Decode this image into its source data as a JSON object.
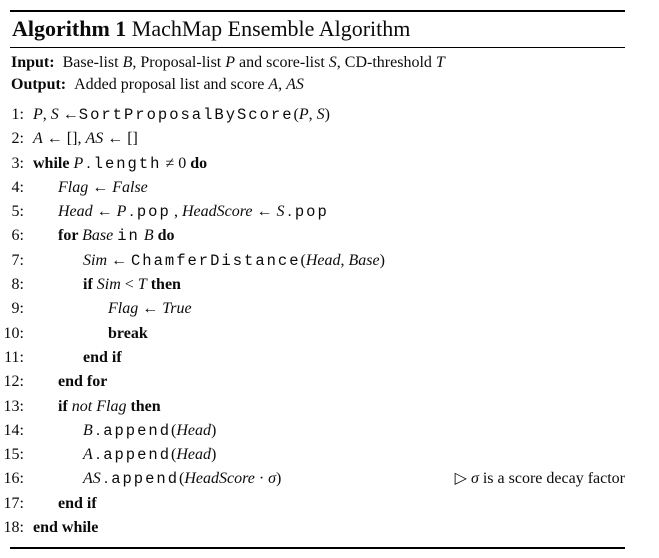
{
  "colors": {
    "background": "#ffffff",
    "text": "#0b0b0b",
    "rule": "#000000"
  },
  "header": {
    "label": "Algorithm 1",
    "title": " MachMap Ensemble Algorithm"
  },
  "io": [
    {
      "label": "Input:",
      "segments": [
        {
          "t": "txt",
          "s": "Base-list "
        },
        {
          "t": "var",
          "s": "B"
        },
        {
          "t": "txt",
          "s": ", Proposal-list "
        },
        {
          "t": "var",
          "s": "P"
        },
        {
          "t": "txt",
          "s": " and score-list "
        },
        {
          "t": "var",
          "s": "S"
        },
        {
          "t": "txt",
          "s": ", CD-threshold "
        },
        {
          "t": "var",
          "s": "T"
        }
      ]
    },
    {
      "label": "Output:",
      "segments": [
        {
          "t": "txt",
          "s": "Added proposal list and score "
        },
        {
          "t": "var",
          "s": "A"
        },
        {
          "t": "txt",
          "s": ", "
        },
        {
          "t": "var",
          "s": "AS"
        }
      ]
    }
  ],
  "lines": [
    {
      "num": "1:",
      "indent": 0,
      "segments": [
        {
          "t": "var",
          "s": "P"
        },
        {
          "t": "txt",
          "s": ", "
        },
        {
          "t": "var",
          "s": "S"
        },
        {
          "t": "txt",
          "s": " ←"
        },
        {
          "t": "tt",
          "s": "SortProposalByScore"
        },
        {
          "t": "txt",
          "s": "("
        },
        {
          "t": "var",
          "s": "P"
        },
        {
          "t": "txt",
          "s": ", "
        },
        {
          "t": "var",
          "s": "S"
        },
        {
          "t": "txt",
          "s": ")"
        }
      ]
    },
    {
      "num": "2:",
      "indent": 0,
      "segments": [
        {
          "t": "var",
          "s": "A"
        },
        {
          "t": "txt",
          "s": " ← [], "
        },
        {
          "t": "var",
          "s": "AS"
        },
        {
          "t": "txt",
          "s": " ← []"
        }
      ]
    },
    {
      "num": "3:",
      "indent": 0,
      "segments": [
        {
          "t": "kw",
          "s": "while "
        },
        {
          "t": "var",
          "s": "P"
        },
        {
          "t": "txt",
          "s": " . "
        },
        {
          "t": "tt",
          "s": "length"
        },
        {
          "t": "txt",
          "s": " ≠ 0 "
        },
        {
          "t": "kw",
          "s": "do"
        }
      ]
    },
    {
      "num": "4:",
      "indent": 1,
      "segments": [
        {
          "t": "var",
          "s": "Flag"
        },
        {
          "t": "txt",
          "s": " ← "
        },
        {
          "t": "var",
          "s": "False"
        }
      ]
    },
    {
      "num": "5:",
      "indent": 1,
      "segments": [
        {
          "t": "var",
          "s": "Head"
        },
        {
          "t": "txt",
          "s": " ← "
        },
        {
          "t": "var",
          "s": "P"
        },
        {
          "t": "txt",
          "s": " . "
        },
        {
          "t": "tt",
          "s": "pop"
        },
        {
          "t": "txt",
          "s": " , "
        },
        {
          "t": "var",
          "s": "HeadScore"
        },
        {
          "t": "txt",
          "s": " ← "
        },
        {
          "t": "var",
          "s": "S"
        },
        {
          "t": "txt",
          "s": " . "
        },
        {
          "t": "tt",
          "s": "pop"
        }
      ]
    },
    {
      "num": "6:",
      "indent": 1,
      "segments": [
        {
          "t": "kw",
          "s": "for "
        },
        {
          "t": "var",
          "s": "Base"
        },
        {
          "t": "txt",
          "s": " "
        },
        {
          "t": "tt",
          "s": "in"
        },
        {
          "t": "txt",
          "s": " "
        },
        {
          "t": "var",
          "s": "B"
        },
        {
          "t": "txt",
          "s": " "
        },
        {
          "t": "kw",
          "s": "do"
        }
      ]
    },
    {
      "num": "7:",
      "indent": 2,
      "segments": [
        {
          "t": "var",
          "s": "Sim"
        },
        {
          "t": "txt",
          "s": " ← "
        },
        {
          "t": "tt",
          "s": "ChamferDistance"
        },
        {
          "t": "txt",
          "s": "("
        },
        {
          "t": "var",
          "s": "Head"
        },
        {
          "t": "txt",
          "s": ", "
        },
        {
          "t": "var",
          "s": "Base"
        },
        {
          "t": "txt",
          "s": ")"
        }
      ]
    },
    {
      "num": "8:",
      "indent": 2,
      "segments": [
        {
          "t": "kw",
          "s": "if "
        },
        {
          "t": "var",
          "s": "Sim"
        },
        {
          "t": "txt",
          "s": " < "
        },
        {
          "t": "var",
          "s": "T"
        },
        {
          "t": "txt",
          "s": " "
        },
        {
          "t": "kw",
          "s": "then"
        }
      ]
    },
    {
      "num": "9:",
      "indent": 3,
      "segments": [
        {
          "t": "var",
          "s": "Flag"
        },
        {
          "t": "txt",
          "s": " ← "
        },
        {
          "t": "var",
          "s": "True"
        }
      ]
    },
    {
      "num": "10:",
      "indent": 3,
      "segments": [
        {
          "t": "kw",
          "s": "break"
        }
      ]
    },
    {
      "num": "11:",
      "indent": 2,
      "segments": [
        {
          "t": "kw",
          "s": "end if"
        }
      ]
    },
    {
      "num": "12:",
      "indent": 1,
      "segments": [
        {
          "t": "kw",
          "s": "end for"
        }
      ]
    },
    {
      "num": "13:",
      "indent": 1,
      "segments": [
        {
          "t": "kw",
          "s": "if "
        },
        {
          "t": "var",
          "s": "not Flag"
        },
        {
          "t": "txt",
          "s": " "
        },
        {
          "t": "kw",
          "s": "then"
        }
      ]
    },
    {
      "num": "14:",
      "indent": 2,
      "segments": [
        {
          "t": "var",
          "s": "B"
        },
        {
          "t": "txt",
          "s": " . "
        },
        {
          "t": "tt",
          "s": "append"
        },
        {
          "t": "txt",
          "s": "("
        },
        {
          "t": "var",
          "s": "Head"
        },
        {
          "t": "txt",
          "s": ")"
        }
      ]
    },
    {
      "num": "15:",
      "indent": 2,
      "segments": [
        {
          "t": "var",
          "s": "A"
        },
        {
          "t": "txt",
          "s": " . "
        },
        {
          "t": "tt",
          "s": "append"
        },
        {
          "t": "txt",
          "s": "("
        },
        {
          "t": "var",
          "s": "Head"
        },
        {
          "t": "txt",
          "s": ")"
        }
      ]
    },
    {
      "num": "16:",
      "indent": 2,
      "segments": [
        {
          "t": "var",
          "s": "AS"
        },
        {
          "t": "txt",
          "s": " . "
        },
        {
          "t": "tt",
          "s": "append"
        },
        {
          "t": "txt",
          "s": "("
        },
        {
          "t": "var",
          "s": "HeadScore"
        },
        {
          "t": "txt",
          "s": " · "
        },
        {
          "t": "var",
          "s": "σ"
        },
        {
          "t": "txt",
          "s": ")"
        }
      ],
      "comment": [
        {
          "t": "txt",
          "s": "▷ "
        },
        {
          "t": "var",
          "s": "σ"
        },
        {
          "t": "txt",
          "s": " is a score decay factor"
        }
      ]
    },
    {
      "num": "17:",
      "indent": 1,
      "segments": [
        {
          "t": "kw",
          "s": "end if"
        }
      ]
    },
    {
      "num": "18:",
      "indent": 0,
      "segments": [
        {
          "t": "kw",
          "s": "end while"
        }
      ]
    }
  ]
}
